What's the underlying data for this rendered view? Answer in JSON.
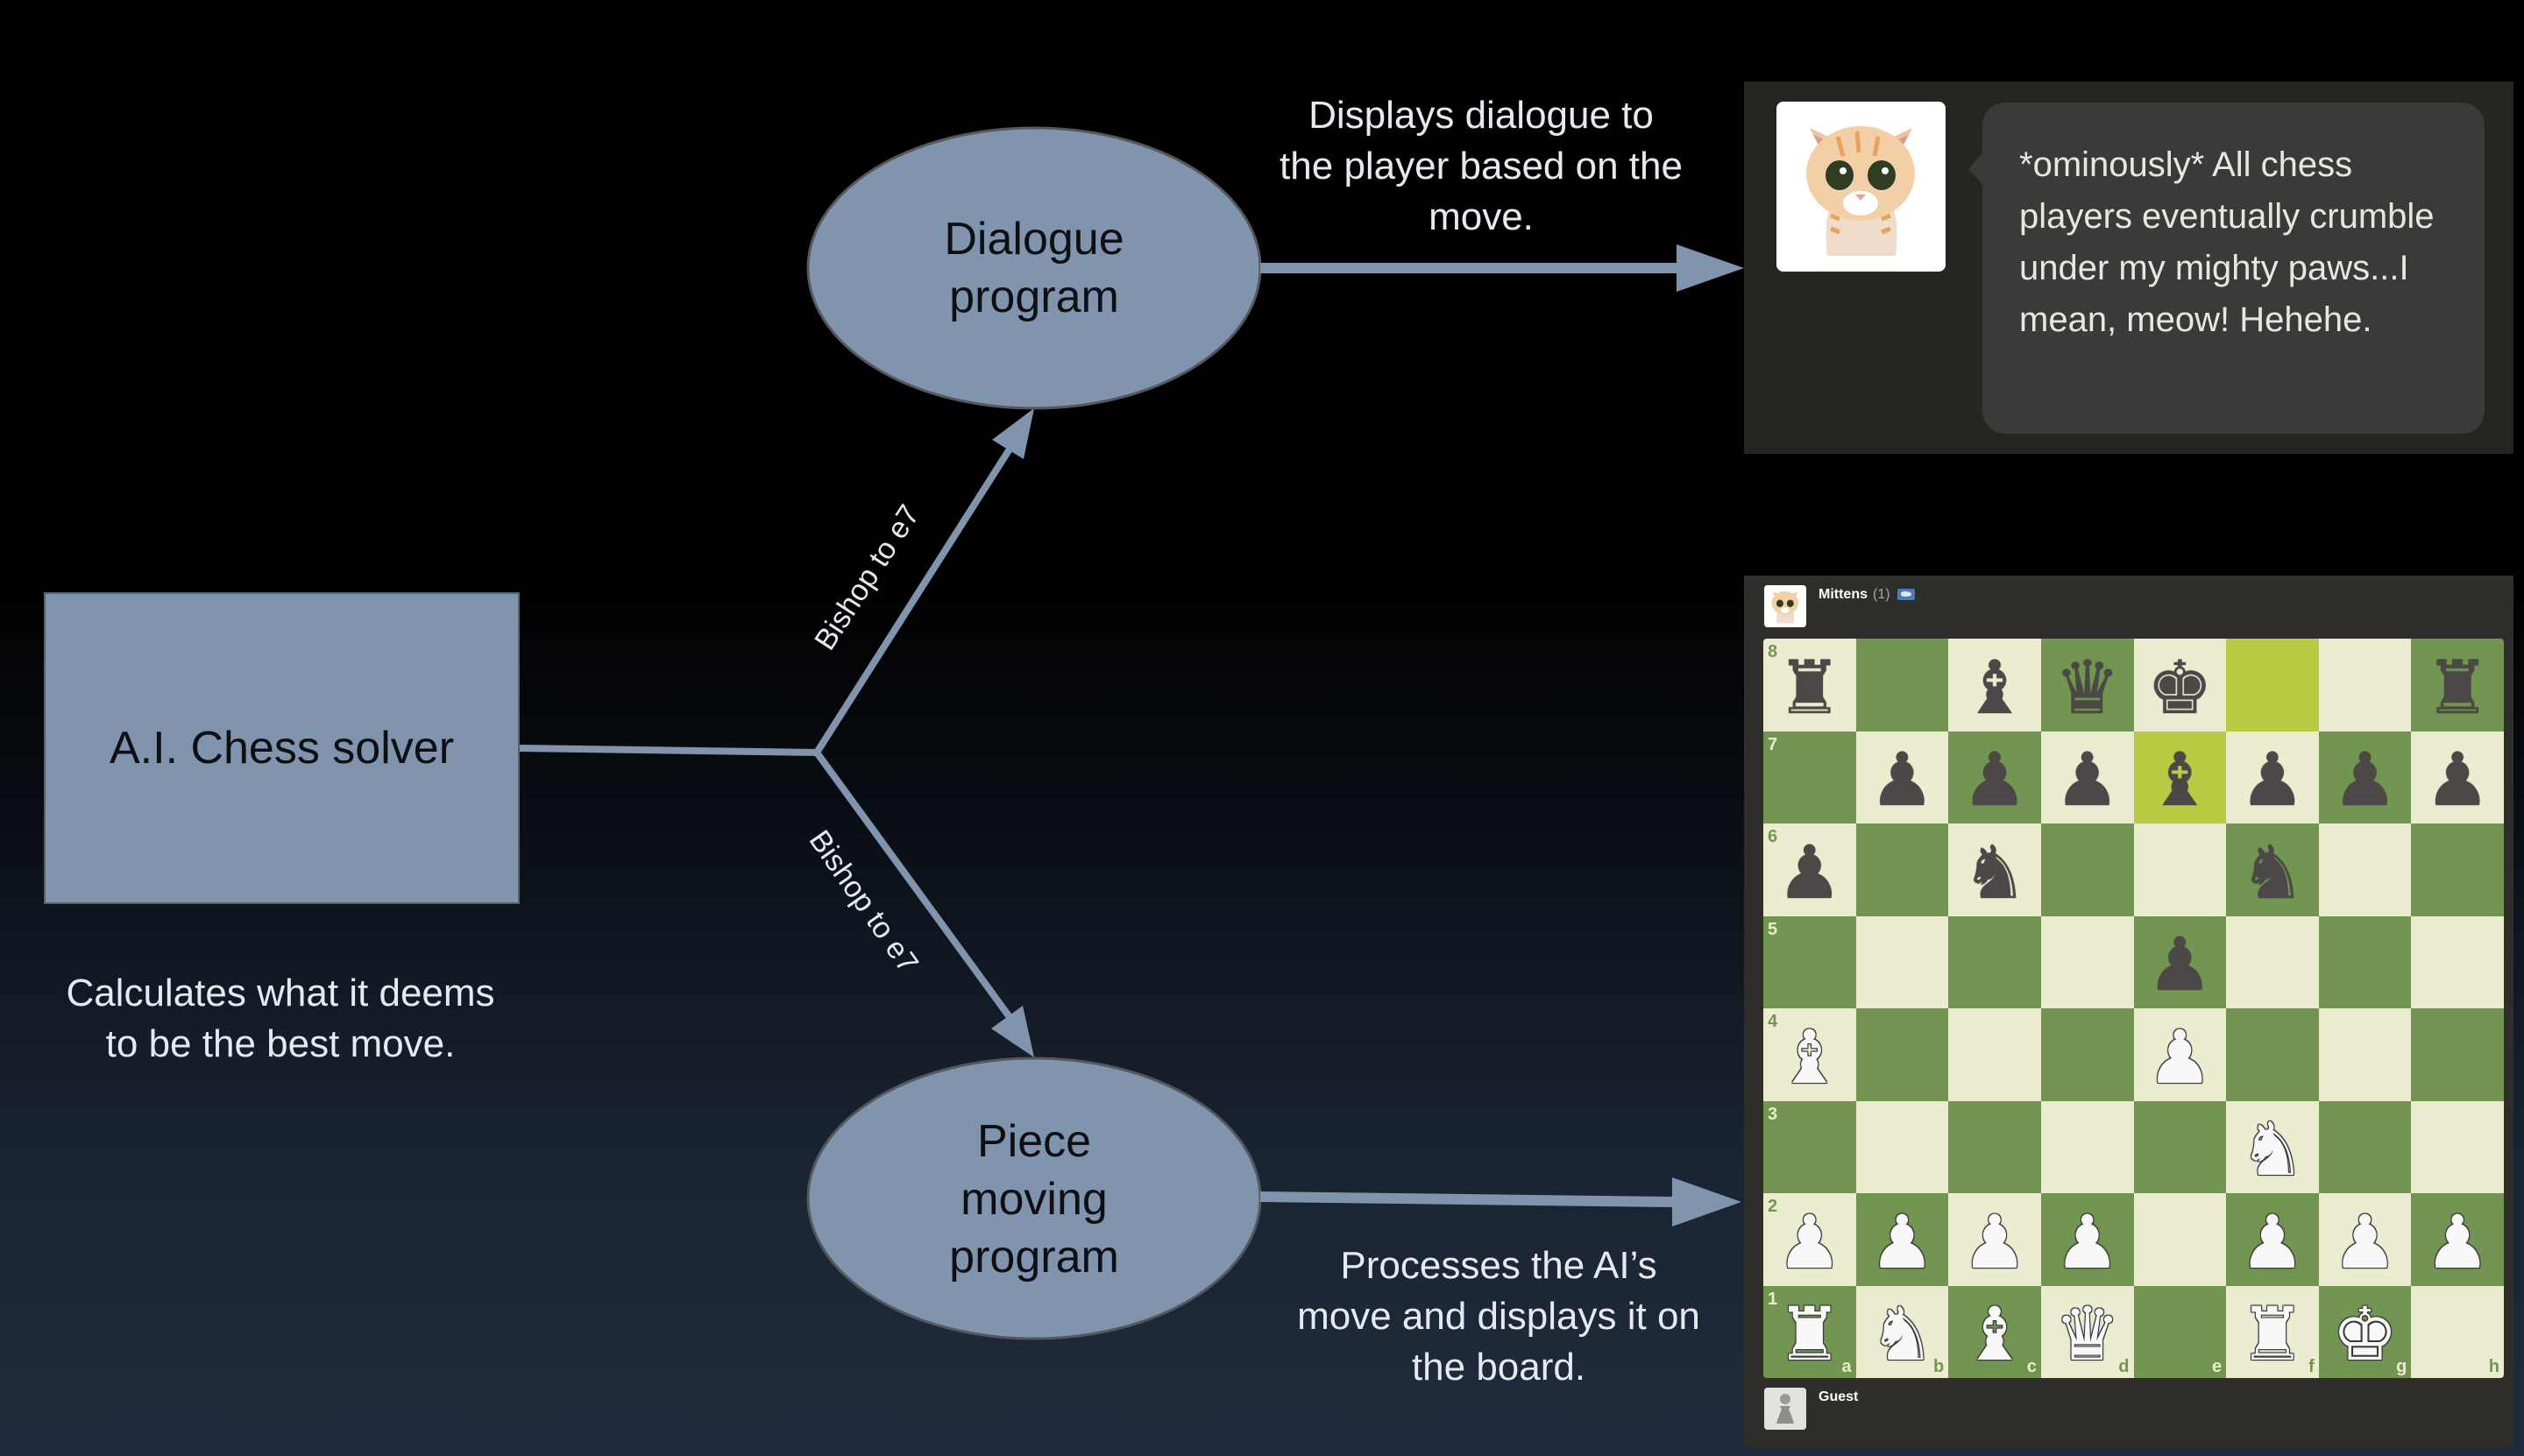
{
  "diagram": {
    "colors": {
      "node_fill": "#8094ae",
      "edge": "#8094ae",
      "text_light": "#e6e9f0",
      "text_dark": "#0d0f12"
    },
    "solver_node": {
      "label": "A.I. Chess solver",
      "caption": "Calculates what it deems to be the best move."
    },
    "dialogue_node": {
      "label_line1": "Dialogue",
      "label_line2": "program",
      "caption": "Displays dialogue to the player based on the move."
    },
    "piece_node": {
      "label_line1": "Piece",
      "label_line2": "moving",
      "label_line3": "program",
      "caption": "Processes the AI’s move and displays it on the board."
    },
    "edges": {
      "to_dialogue_label": "Bishop to e7",
      "to_piece_label": "Bishop to e7"
    }
  },
  "dialogue_panel": {
    "avatar": "mittens-kitten-avatar",
    "message": "*ominously* All chess players eventually crumble under my mighty paws...I mean, meow! Hehehe."
  },
  "board_panel": {
    "top_player": {
      "name": "Mittens",
      "rating": "(1)",
      "flag": "international-flag"
    },
    "bottom_player": {
      "name": "Guest",
      "avatar": "pawn-avatar"
    },
    "last_move": {
      "from": "f8",
      "to": "e7"
    },
    "files": [
      "a",
      "b",
      "c",
      "d",
      "e",
      "f",
      "g",
      "h"
    ],
    "ranks": [
      "8",
      "7",
      "6",
      "5",
      "4",
      "3",
      "2",
      "1"
    ],
    "position": [
      [
        "bR",
        "",
        "bB",
        "bQ",
        "bK",
        "",
        "",
        "bR"
      ],
      [
        "",
        "bP",
        "bP",
        "bP",
        "bB",
        "bP",
        "bP",
        "bP"
      ],
      [
        "bP",
        "",
        "bN",
        "",
        "",
        "bN",
        "",
        ""
      ],
      [
        "",
        "",
        "",
        "",
        "bP",
        "",
        "",
        ""
      ],
      [
        "wB",
        "",
        "",
        "",
        "wP",
        "",
        "",
        ""
      ],
      [
        "",
        "",
        "",
        "",
        "",
        "wN",
        "",
        ""
      ],
      [
        "wP",
        "wP",
        "wP",
        "wP",
        "",
        "wP",
        "wP",
        "wP"
      ],
      [
        "wR",
        "wN",
        "wB",
        "wQ",
        "",
        "wR",
        "wK",
        ""
      ]
    ]
  }
}
